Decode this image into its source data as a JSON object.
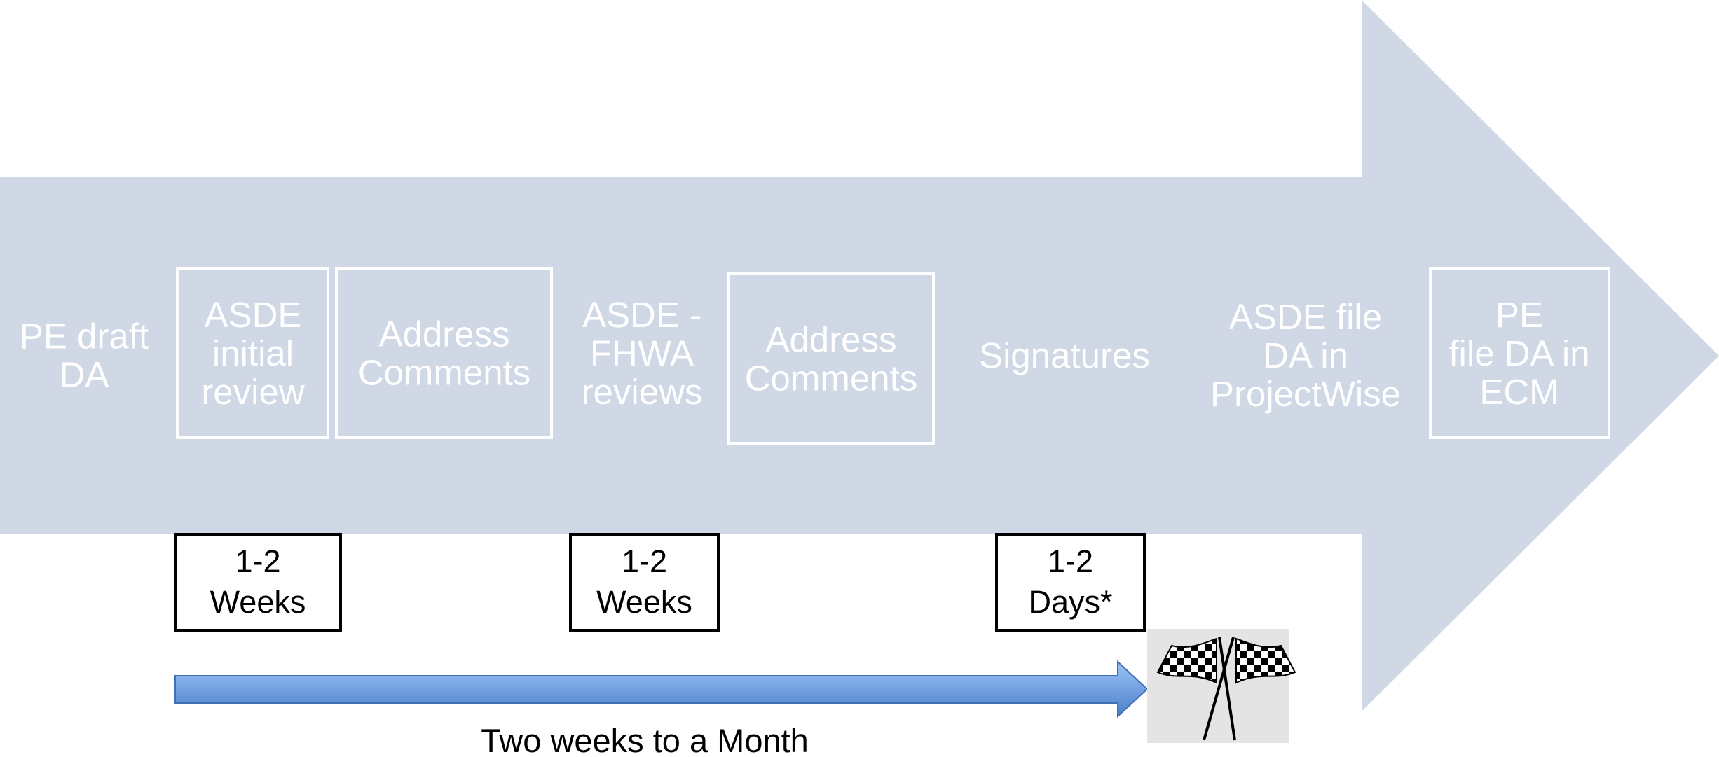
{
  "colors": {
    "big_arrow": "#D0D7E5",
    "step_text": "#FFFFFF",
    "step_box_border": "#FFFFFF",
    "duration_box_border": "#000000",
    "timeline_arrow_top": "#9DC3F5",
    "timeline_arrow_bottom": "#4A7FCC",
    "flag_background": "#E4E4E4"
  },
  "steps": [
    {
      "lines": [
        "PE draft",
        "DA"
      ],
      "boxed": false
    },
    {
      "lines": [
        "ASDE",
        "initial",
        "review"
      ],
      "boxed": true
    },
    {
      "lines": [
        "Address",
        "Comments"
      ],
      "boxed": true
    },
    {
      "lines": [
        "ASDE -",
        "FHWA",
        "reviews"
      ],
      "boxed": false
    },
    {
      "lines": [
        "Address",
        "Comments"
      ],
      "boxed": true
    },
    {
      "lines": [
        "Signatures"
      ],
      "boxed": false
    },
    {
      "lines": [
        "ASDE file",
        "DA in",
        "ProjectWise"
      ],
      "boxed": false
    },
    {
      "lines": [
        "PE",
        "file DA in",
        "ECM"
      ],
      "boxed": true
    }
  ],
  "durations": [
    {
      "lines": [
        "1-2",
        "Weeks"
      ]
    },
    {
      "lines": [
        "1-2",
        "Weeks"
      ]
    },
    {
      "lines": [
        "1-2",
        "Days*"
      ]
    }
  ],
  "timeline": {
    "caption": "Two weeks to a Month",
    "end_icon": "checkered-flags-icon"
  }
}
